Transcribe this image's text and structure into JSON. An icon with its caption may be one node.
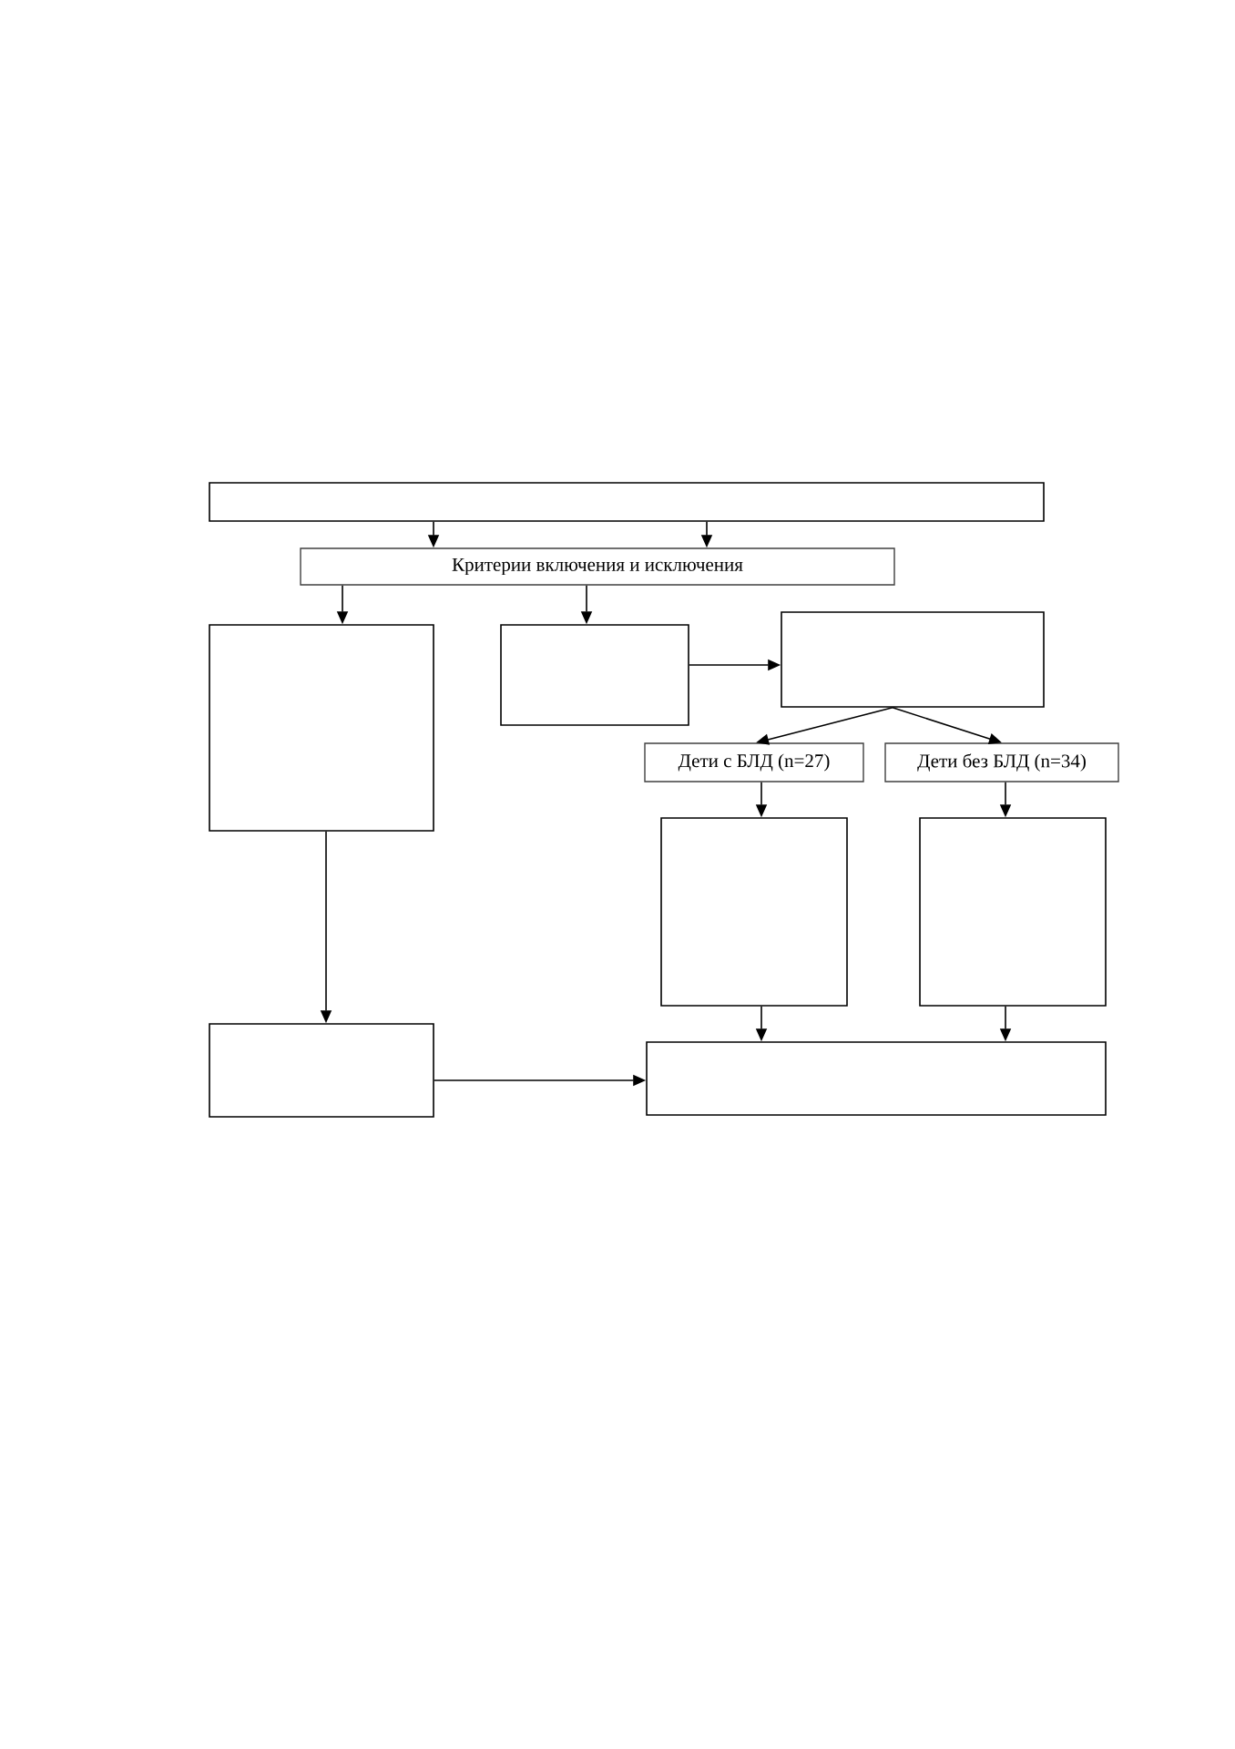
{
  "diagram": {
    "nodes": [
      {
        "text": [],
        "shape": "box"
      },
      {
        "text": [
          "Критерии включения и исключения"
        ]
      },
      {
        "text": [],
        "shape": "box"
      },
      {
        "text": [],
        "shape": "box"
      },
      {
        "text": [],
        "shape": "box"
      },
      {
        "text": [
          "Дети с БЛД (n=27)"
        ]
      },
      {
        "text": [
          "Дети без БЛД (n=34)"
        ]
      },
      {
        "text": [],
        "shape": "box"
      },
      {
        "text": [],
        "shape": "box"
      },
      {
        "text": [],
        "shape": "box"
      },
      {
        "text": [],
        "shape": "box"
      }
    ],
    "edges": [
      {
        "from": 0,
        "to": 1,
        "arrow": "to"
      },
      {
        "from": 0,
        "to": 1,
        "arrow": "to"
      },
      {
        "from": 1,
        "to": 2,
        "arrow": "to"
      },
      {
        "from": 1,
        "to": 3,
        "arrow": "to"
      },
      {
        "from": 3,
        "to": 4,
        "arrow": "to"
      },
      {
        "from": 4,
        "to": 5,
        "arrow": "to"
      },
      {
        "from": 4,
        "to": 6,
        "arrow": "to"
      },
      {
        "from": 5,
        "to": 7,
        "arrow": "to"
      },
      {
        "from": 6,
        "to": 8,
        "arrow": "to"
      },
      {
        "from": 2,
        "to": 9,
        "arrow": "to"
      },
      {
        "from": 7,
        "to": 10,
        "arrow": "to"
      },
      {
        "from": 8,
        "to": 10,
        "arrow": "to"
      },
      {
        "from": 9,
        "to": 10,
        "arrow": "to"
      }
    ]
  }
}
